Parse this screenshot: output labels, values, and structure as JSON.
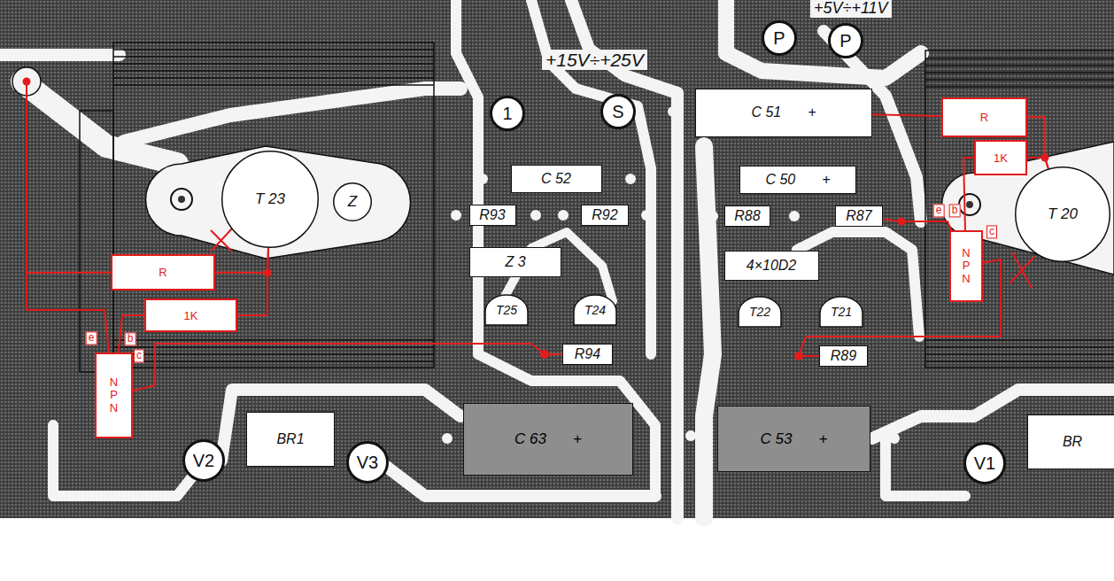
{
  "diagram": {
    "nodes": [
      {
        "text": [
          "T 23"
        ]
      },
      {
        "text": [
          "Z"
        ]
      },
      {
        "text": [
          "1"
        ]
      },
      {
        "text": [
          "S"
        ]
      },
      {
        "text": [
          "P"
        ]
      },
      {
        "text": [
          "P"
        ]
      },
      {
        "text": [
          "C 51",
          "+"
        ]
      },
      {
        "text": [
          "C 52"
        ]
      },
      {
        "text": [
          "C 50",
          "+"
        ]
      },
      {
        "text": [
          "T 20"
        ]
      },
      {
        "text": [
          "R93"
        ]
      },
      {
        "text": [
          "R92"
        ]
      },
      {
        "text": [
          "R88"
        ]
      },
      {
        "text": [
          "R87"
        ]
      },
      {
        "text": [
          "Z 3"
        ]
      },
      {
        "text": [
          "4×10D2"
        ]
      },
      {
        "text": [
          "R"
        ]
      },
      {
        "text": [
          "1K"
        ]
      },
      {
        "text": [
          "T25"
        ]
      },
      {
        "text": [
          "T24"
        ]
      },
      {
        "text": [
          "T22"
        ]
      },
      {
        "text": [
          "T21"
        ]
      },
      {
        "text": [
          "R"
        ]
      },
      {
        "text": [
          "1K"
        ]
      },
      {
        "text": [
          "NPN"
        ]
      },
      {
        "text": [
          "NPN"
        ]
      },
      {
        "text": [
          "R94"
        ]
      },
      {
        "text": [
          "R89"
        ]
      },
      {
        "text": [
          "C 63",
          "+"
        ]
      },
      {
        "text": [
          "C 53",
          "+"
        ]
      },
      {
        "text": [
          "BR1"
        ]
      },
      {
        "text": [
          "V2"
        ]
      },
      {
        "text": [
          "V3"
        ]
      },
      {
        "text": [
          "V1"
        ]
      },
      {
        "text": [
          "BR"
        ]
      }
    ],
    "edges": [
      {
        "from": 16,
        "to": 25,
        "arrow": "none"
      },
      {
        "from": 16,
        "to": 0,
        "arrow": "none"
      },
      {
        "from": 17,
        "to": 0,
        "arrow": "none"
      },
      {
        "from": 17,
        "to": 25,
        "arrow": "none"
      },
      {
        "from": 25,
        "to": 26,
        "arrow": "none"
      },
      {
        "from": 22,
        "to": 9,
        "arrow": "none"
      },
      {
        "from": 23,
        "to": 9,
        "arrow": "none"
      },
      {
        "from": 6,
        "to": 22,
        "arrow": "none"
      },
      {
        "from": 23,
        "to": 24,
        "arrow": "none"
      },
      {
        "from": 13,
        "to": 24,
        "arrow": "none"
      },
      {
        "from": 24,
        "to": 27,
        "arrow": "none"
      }
    ],
    "labels": [
      "+5V÷+11V",
      "+15V÷+25V",
      "e",
      "b",
      "c",
      "e",
      "b",
      "c"
    ]
  }
}
